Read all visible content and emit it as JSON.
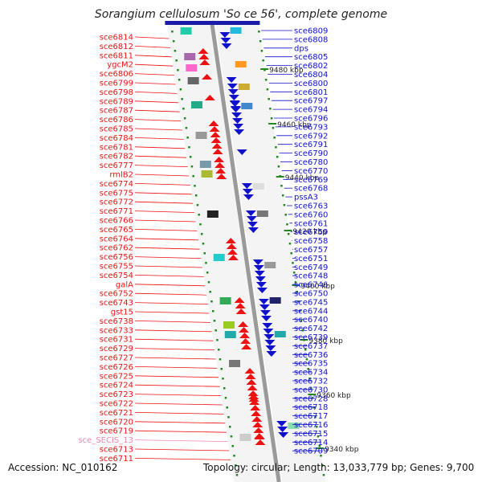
{
  "title": "Sorangium cellulosum 'So ce 56', complete genome",
  "footer": {
    "accession": "Accession: NC_010162",
    "topology": "Topology: circular; Length: 13,033,779 bp; Genes: 9,700"
  },
  "colors": {
    "left_gene": "#ee1111",
    "right_gene": "#1111cc",
    "secis": "#ee88aa",
    "tick": "#228822",
    "backbone": "#9a9a9a"
  },
  "scale_marks": [
    "9480 kbp",
    "9460 kbp",
    "9440 kbp",
    "9420 kbp",
    "9400 kbp",
    "9380 kbp",
    "9360 kbp",
    "9340 kbp"
  ],
  "left_labels": [
    "sce6814",
    "sce6812",
    "sce6811",
    "ygcM2",
    "sce6806",
    "sce6799",
    "sce6798",
    "sce6789",
    "sce6787",
    "sce6786",
    "sce6785",
    "sce6784",
    "sce6781",
    "sce6782",
    "sce6777",
    "rmlB2",
    "sce6774",
    "sce6775",
    "sce6772",
    "sce6771",
    "sce6766",
    "sce6765",
    "sce6764",
    "sce6762",
    "sce6756",
    "sce6755",
    "sce6754",
    "galA",
    "sce6752",
    "sce6743",
    "gst15",
    "sce6738",
    "sce6733",
    "sce6731",
    "sce6729",
    "sce6727",
    "sce6726",
    "sce6725",
    "sce6724",
    "sce6723",
    "sce6722",
    "sce6721",
    "sce6720",
    "sce6719",
    "sce_SECIS_13",
    "sce6713",
    "sce6711"
  ],
  "right_labels": [
    "sce6809",
    "sce6808",
    "dps",
    "sce6805",
    "sce6802",
    "sce6804",
    "sce6800",
    "sce6801",
    "sce6797",
    "sce6794",
    "sce6796",
    "sce6793",
    "sce6792",
    "sce6791",
    "sce6790",
    "sce6780",
    "sce6770",
    "sce6769",
    "sce6768",
    "pssA3",
    "sce6763",
    "sce6760",
    "sce6761",
    "sce6759",
    "sce6758",
    "sce6757",
    "sce6751",
    "sce6749",
    "sce6748",
    "sce6746",
    "sce6750",
    "sce6745",
    "sce6744",
    "sce6740",
    "sce6742",
    "sce6739",
    "sce6737",
    "sce6736",
    "sce6735",
    "sce6734",
    "sce6732",
    "sce6730",
    "sce6728",
    "sce6718",
    "sce6717",
    "sce6716",
    "sce6715",
    "sce6714",
    "sce6709"
  ]
}
